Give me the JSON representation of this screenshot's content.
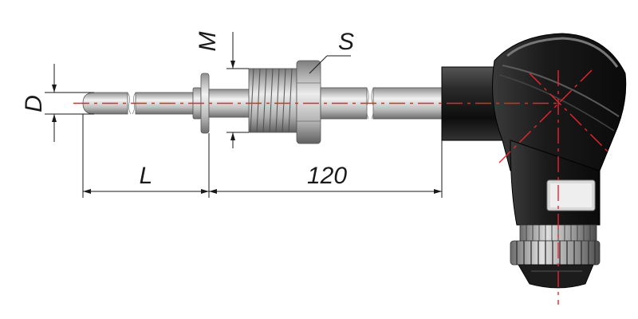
{
  "labels": {
    "D": "D",
    "M": "M",
    "S": "S",
    "L": "L",
    "length_120": "120"
  },
  "colors": {
    "axis": "#e8262d",
    "metal_light": "#e6e6e6",
    "metal_dark": "#8a8a8a",
    "head_dark": "#1b1b1b",
    "dimension": "#1a1a1a",
    "background": "#ffffff"
  }
}
